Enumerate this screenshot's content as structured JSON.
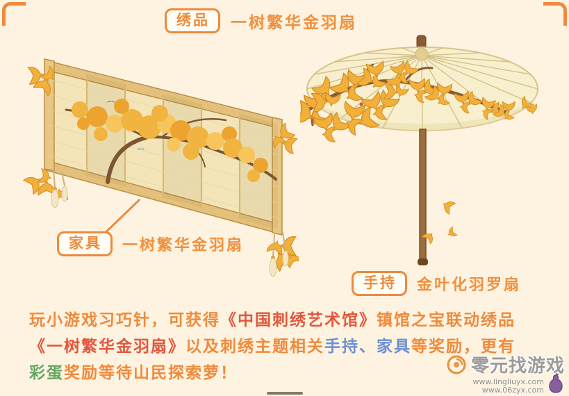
{
  "colors": {
    "background": "#fdf3e0",
    "accent": "#ec8a3e",
    "orange": "#f08a3c",
    "red": "#e2573d",
    "blue": "#6d8fd2",
    "green": "#64a763",
    "gold": "#f2b23c",
    "wood": "#9b6c3e",
    "label_bg": "#fffdf4"
  },
  "header": {
    "tag": "绣品",
    "title": "一树繁华金羽扇"
  },
  "furniture_label": {
    "tag": "家具",
    "title": "一树繁华金羽扇"
  },
  "handheld_label": {
    "tag": "手持",
    "title": "金叶化羽罗扇"
  },
  "illustrations": {
    "screen": "embroidered-folding-screen-with-golden-ginkgo-tree",
    "umbrella": "paper-umbrella-with-golden-ginkgo-branch"
  },
  "icons": {
    "logo": "compass-seal-icon",
    "gourd": "gourd-icon"
  },
  "description": {
    "lines": [
      [
        {
          "t": "玩小游戏习巧针，可获得",
          "c": "orange"
        },
        {
          "t": "《中国刺绣艺术馆》",
          "c": "red"
        },
        {
          "t": "镇馆之宝联动绣品",
          "c": "orange"
        }
      ],
      [
        {
          "t": "《一树繁华金羽扇》",
          "c": "red"
        },
        {
          "t": "以及刺绣主题相关",
          "c": "orange"
        },
        {
          "t": "手持、家具",
          "c": "blue"
        },
        {
          "t": "等奖励，更有",
          "c": "orange"
        }
      ],
      [
        {
          "t": "彩蛋",
          "c": "green"
        },
        {
          "t": "奖励等待山民探索萝！",
          "c": "orange"
        }
      ]
    ]
  },
  "watermark": {
    "brand": "零元找游戏",
    "urls": [
      "www.lingliuyx.com",
      "www.06zyx.com"
    ]
  }
}
